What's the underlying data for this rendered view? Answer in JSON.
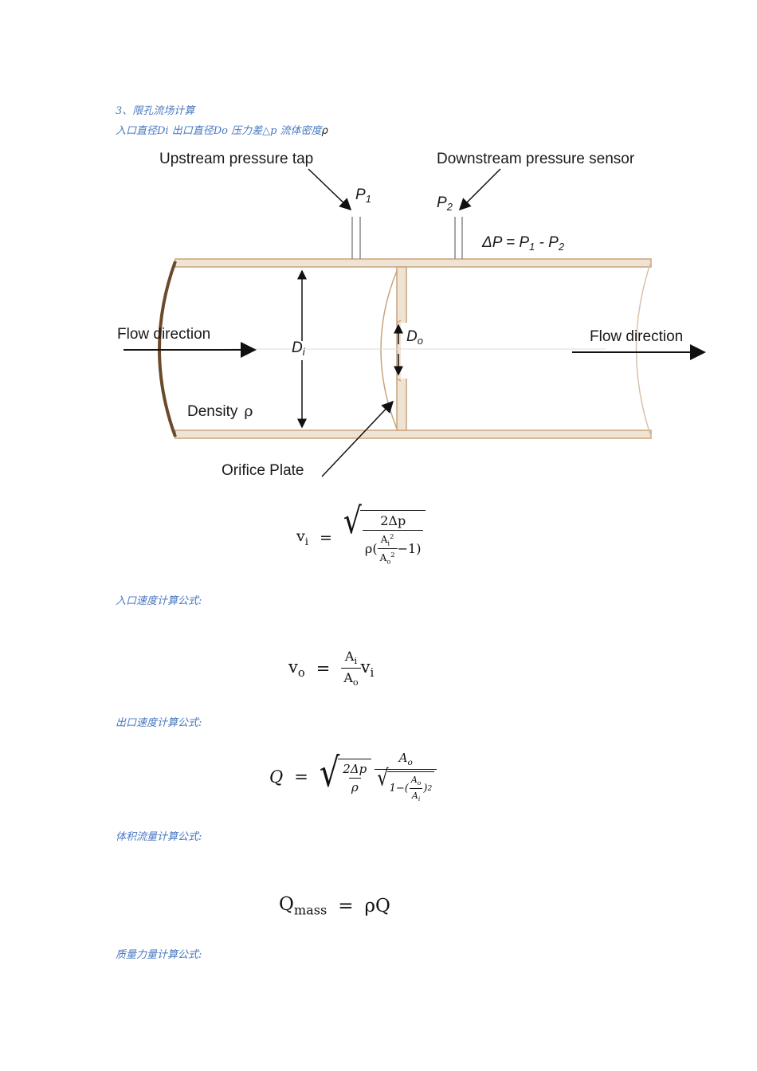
{
  "section": {
    "heading": "3、限孔流场计算",
    "params": "入口直径Di  出口直径Do  压力差△p  流体密度",
    "params_rho": "ρ"
  },
  "diagram": {
    "upstream_label": "Upstream pressure tap",
    "downstream_label": "Downstream pressure sensor",
    "p1": "P",
    "p1_sub": "1",
    "p2": "P",
    "p2_sub": "2",
    "delta_p": "ΔP = P",
    "delta_p_mid": " - P",
    "flow_left": "Flow direction",
    "flow_right": "Flow direction",
    "di": "D",
    "di_sub": "i",
    "do": "D",
    "do_sub": "o",
    "density": "Density",
    "density_rho": "ρ",
    "orifice": "Orifice Plate",
    "pipe_color": "#c9a47c"
  },
  "formulas": {
    "vi": {
      "lhs": "v",
      "lhs_sub": "i",
      "eq": "=",
      "num": "2Δp",
      "den_pre": "ρ(",
      "den_a_num": "A",
      "den_a_num_sub": "i",
      "den_a_num_sup": "2",
      "den_a_den": "A",
      "den_a_den_sub": "o",
      "den_a_den_sup": "2",
      "den_post": "−1)",
      "caption": "入口速度计算公式:"
    },
    "vo": {
      "lhs": "v",
      "lhs_sub": "o",
      "eq": "=",
      "num": "A",
      "num_sub": "i",
      "den": "A",
      "den_sub": "o",
      "rhs": "v",
      "rhs_sub": "i",
      "caption": "出口速度计算公式:"
    },
    "q": {
      "lhs": "Q",
      "eq": "=",
      "inner_num": "2Δp",
      "inner_den": "ρ",
      "outer_num": "A",
      "outer_num_sub": "o",
      "outer_den_pre": "1−(",
      "outer_den_a_num": "A",
      "outer_den_a_num_sub": "o",
      "outer_den_a_den": "A",
      "outer_den_a_den_sub": "i",
      "outer_den_post": ")",
      "outer_den_sup": "2",
      "caption": "体积流量计算公式:"
    },
    "qmass": {
      "lhs": "Q",
      "lhs_sub": "mass",
      "eq": "=",
      "rhs": "ρQ",
      "caption": "质量力量计算公式:"
    }
  }
}
